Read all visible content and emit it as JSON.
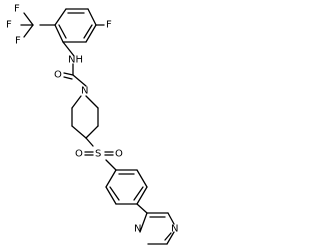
{
  "structure": {
    "labels": {
      "f_ring": "F",
      "f_cf3_1": "F",
      "f_cf3_2": "F",
      "f_cf3_3": "F",
      "nh": "NH",
      "o_amide": "O",
      "n_pip": "N",
      "s": "S",
      "o_s_left": "O",
      "o_s_right": "O",
      "n_pyr_1": "N",
      "n_pyr_2": "N"
    }
  }
}
